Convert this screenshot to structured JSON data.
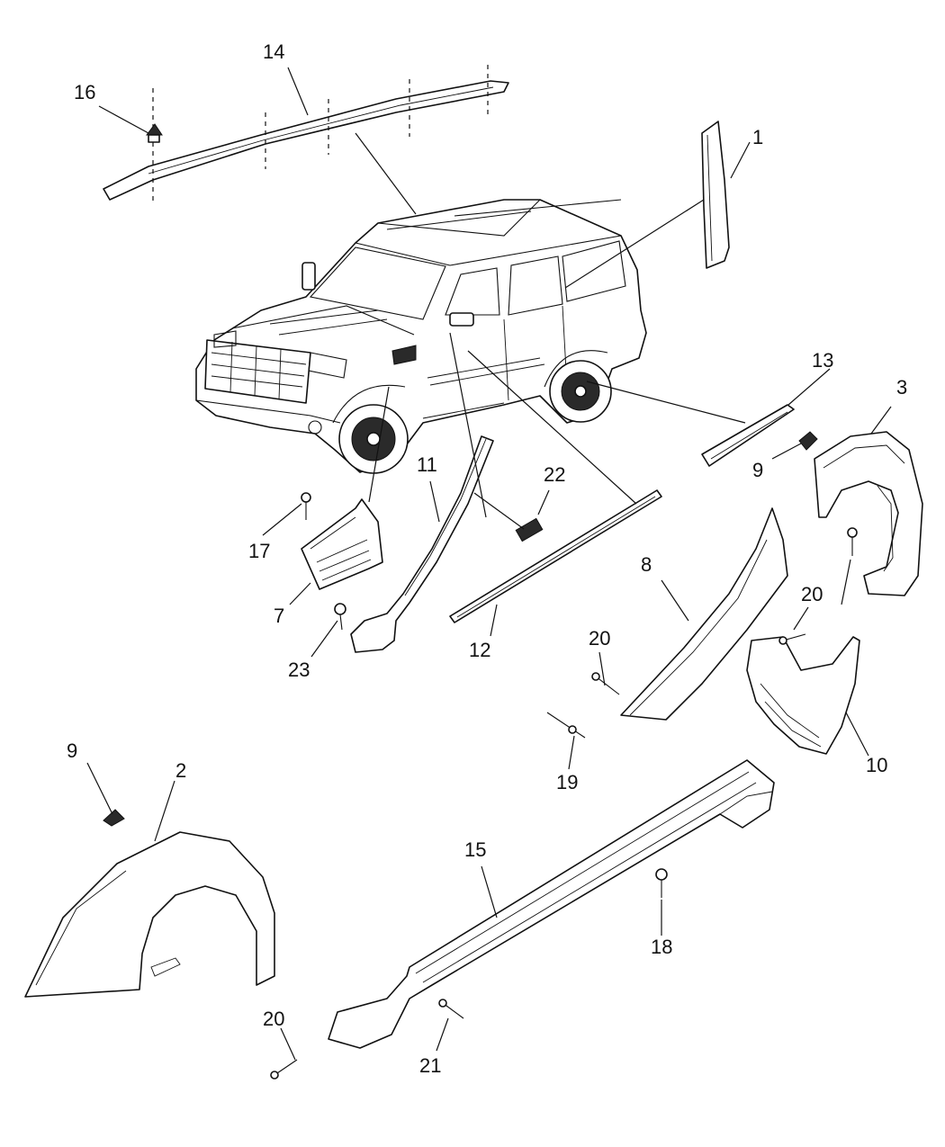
{
  "callouts": [
    {
      "id": "c1",
      "label": "1"
    },
    {
      "id": "c2",
      "label": "2"
    },
    {
      "id": "c3",
      "label": "3"
    },
    {
      "id": "c7",
      "label": "7"
    },
    {
      "id": "c8",
      "label": "8"
    },
    {
      "id": "c9a",
      "label": "9"
    },
    {
      "id": "c9b",
      "label": "9"
    },
    {
      "id": "c10",
      "label": "10"
    },
    {
      "id": "c11",
      "label": "11"
    },
    {
      "id": "c12",
      "label": "12"
    },
    {
      "id": "c13",
      "label": "13"
    },
    {
      "id": "c14",
      "label": "14"
    },
    {
      "id": "c15",
      "label": "15"
    },
    {
      "id": "c16",
      "label": "16"
    },
    {
      "id": "c17",
      "label": "17"
    },
    {
      "id": "c18",
      "label": "18"
    },
    {
      "id": "c19",
      "label": "19"
    },
    {
      "id": "c20a",
      "label": "20"
    },
    {
      "id": "c20b",
      "label": "20"
    },
    {
      "id": "c20c",
      "label": "20"
    },
    {
      "id": "c21",
      "label": "21"
    },
    {
      "id": "c22",
      "label": "22"
    },
    {
      "id": "c23",
      "label": "23"
    }
  ]
}
